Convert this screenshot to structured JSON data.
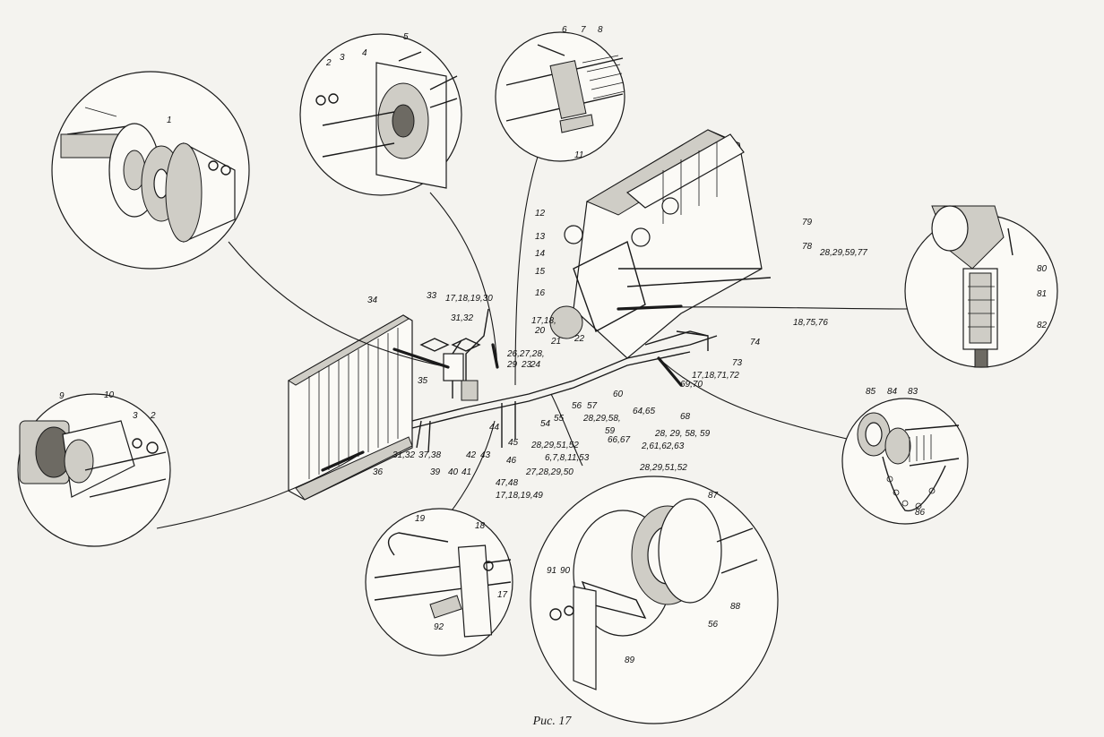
{
  "caption": "Рис. 17",
  "labels": [
    "1",
    "2",
    "3",
    "4",
    "5",
    "6",
    "7",
    "8",
    "11",
    "12",
    "13",
    "14",
    "15",
    "16",
    "17,18,",
    "20",
    "21",
    "22",
    "79",
    "78",
    "28,29,59,77",
    "80",
    "81",
    "82",
    "18,75,76",
    "74",
    "73",
    "17,18,71,72",
    "69,70",
    "68",
    "28, 29, 58, 59",
    "2,61,62,63",
    "66,67",
    "64,65",
    "60",
    "85",
    "84",
    "83",
    "86",
    "34",
    "33",
    "17,18,19,30",
    "31,32",
    "26,27,28,",
    "29",
    "23",
    "24",
    "35",
    "36",
    "31,32",
    "37,38",
    "39",
    "40",
    "41",
    "42",
    "43",
    "44",
    "45",
    "46",
    "47,48",
    "17,18,19,49",
    "27,28,29,50",
    "6,7,8,11,53",
    "28,29,51,52",
    "54",
    "55",
    "56",
    "57",
    "28,29,58,",
    "59",
    "28,29,51,52",
    "9",
    "10",
    "3",
    "2",
    "19",
    "18",
    "17",
    "92",
    "87",
    "88",
    "56",
    "90",
    "91",
    "89"
  ]
}
